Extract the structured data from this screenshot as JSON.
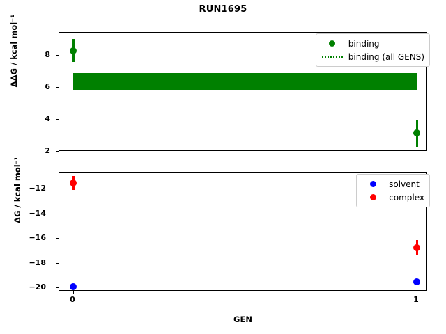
{
  "title": "RUN1695",
  "axes": {
    "xlabel": "GEN",
    "xticks": [
      "0",
      "1"
    ],
    "top": {
      "ylabel": "ΔΔG / kcal mol⁻¹",
      "yticks": [
        "8",
        "6",
        "4",
        "2"
      ]
    },
    "bottom": {
      "ylabel": "ΔG / kcal mol⁻¹",
      "yticks": [
        "−12",
        "−14",
        "−16",
        "−18",
        "−20"
      ]
    }
  },
  "legend_top": {
    "items": [
      {
        "label": "binding",
        "color": "#008000",
        "marker": "dot"
      },
      {
        "label": "binding (all GENS)",
        "color": "#008000",
        "marker": "dotted-line"
      }
    ]
  },
  "legend_bottom": {
    "items": [
      {
        "label": "solvent",
        "color": "#0000ff",
        "marker": "dot"
      },
      {
        "label": "complex",
        "color": "#ff0000",
        "marker": "dot"
      }
    ]
  },
  "colors": {
    "binding": "#008000",
    "solvent": "#0000ff",
    "complex": "#ff0000",
    "frame": "#000000",
    "background": "#ffffff"
  },
  "chart_data": [
    {
      "type": "scatter",
      "panel": "top",
      "title": "RUN1695",
      "xlabel": "GEN",
      "ylabel": "ΔΔG / kcal mol⁻¹",
      "x": [
        0,
        1
      ],
      "xlim": [
        -0.05,
        1.05
      ],
      "ylim": [
        1.3,
        9.4
      ],
      "xticks": [
        0,
        1
      ],
      "yticks": [
        8,
        6,
        4,
        2
      ],
      "grid": false,
      "legend_position": "upper right",
      "series": [
        {
          "name": "binding",
          "color": "#008000",
          "marker": "o",
          "x": [
            0,
            1
          ],
          "values": [
            8.45,
            2.78
          ],
          "yerr": [
            0.72,
            0.84
          ]
        },
        {
          "name": "binding (all GENS)",
          "color": "#008000",
          "style": "band",
          "band_center": 6.1,
          "band_low": 5.58,
          "band_high": 6.63,
          "x_span": [
            0,
            1
          ]
        }
      ]
    },
    {
      "type": "scatter",
      "panel": "bottom",
      "xlabel": "GEN",
      "ylabel": "ΔG / kcal mol⁻¹",
      "x": [
        0,
        1
      ],
      "xlim": [
        -0.05,
        1.05
      ],
      "ylim": [
        -21.1,
        -10.9
      ],
      "xticks": [
        0,
        1
      ],
      "yticks": [
        -12,
        -14,
        -16,
        -18,
        -20
      ],
      "grid": false,
      "legend_position": "upper right",
      "series": [
        {
          "name": "solvent",
          "color": "#0000ff",
          "marker": "o",
          "x": [
            0,
            1
          ],
          "values": [
            -20.05,
            -19.72
          ],
          "yerr": [
            0.04,
            0.05
          ]
        },
        {
          "name": "complex",
          "color": "#ff0000",
          "marker": "o",
          "x": [
            0,
            1
          ],
          "values": [
            -11.68,
            -16.95
          ],
          "yerr": [
            0.55,
            0.62
          ]
        }
      ]
    }
  ]
}
